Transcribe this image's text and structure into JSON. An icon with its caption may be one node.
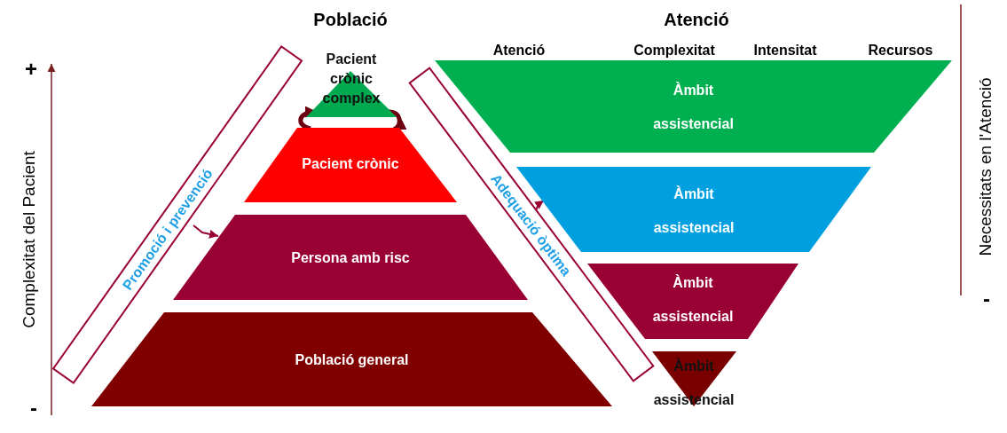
{
  "diagram": {
    "nodes": [
      {
        "text": [
          "Pacient crònic complex"
        ]
      },
      {
        "text": [
          "Pacient crònic"
        ]
      },
      {
        "text": [
          "Persona amb risc"
        ]
      },
      {
        "text": [
          "Població general"
        ]
      },
      {
        "text": [
          "Promoció i prevenció"
        ]
      },
      {
        "text": [
          "Adequació òptima"
        ]
      },
      {
        "text": [
          "Àmbit assistencial"
        ]
      },
      {
        "text": [
          "Àmbit assistencial"
        ]
      },
      {
        "text": [
          "Àmbit assistencial"
        ]
      },
      {
        "text": [
          "Àmbit assistencial"
        ]
      }
    ],
    "edges": [
      {
        "from": 1,
        "to": 0,
        "arrow": "to",
        "style": "thick"
      },
      {
        "from": 0,
        "to": 1,
        "arrow": "to",
        "style": "thick"
      },
      {
        "from": 4,
        "to": 2,
        "arrow": "to"
      },
      {
        "from": 5,
        "to": 7,
        "arrow": "to"
      }
    ],
    "labels": [
      "Població",
      "Atenció",
      "Atenció",
      "Complexitat",
      "Intensitat",
      "Recursos",
      "+",
      "Complexitat del Pacient",
      "Necessitats en l'Atenció",
      "-",
      "-"
    ]
  }
}
